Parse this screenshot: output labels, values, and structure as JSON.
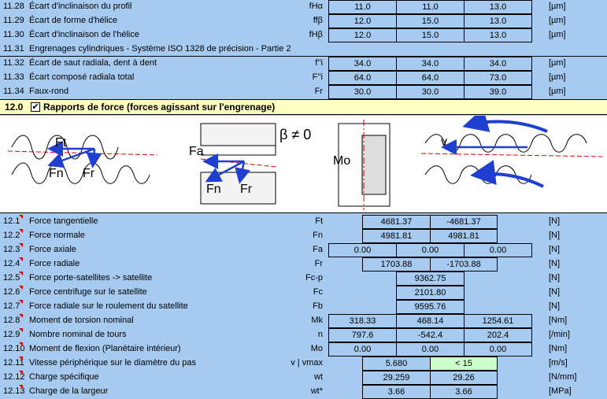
{
  "rows_top": [
    {
      "num": "11.28",
      "desc": "Écart d'inclinaison du profil",
      "sym": "fHα",
      "v1": "11.0",
      "v2": "11.0",
      "v3": "13.0",
      "unit": "[µm]"
    },
    {
      "num": "11.29",
      "desc": "Écart de forme d'hélice",
      "sym": "ffβ",
      "v1": "12.0",
      "v2": "15.0",
      "v3": "13.0",
      "unit": "[µm]"
    },
    {
      "num": "11.30",
      "desc": "Écart d'inclinaison de l'hélice",
      "sym": "fHβ",
      "v1": "12.0",
      "v2": "15.0",
      "v3": "13.0",
      "unit": "[µm]"
    },
    {
      "num": "11.31",
      "desc": "Engrenages cylindriques - Système ISO 1328 de précision - Partie 2"
    },
    {
      "num": "11.32",
      "desc": "Écart de saut radiala, dent à dent",
      "sym": "f''i",
      "v1": "34.0",
      "v2": "34.0",
      "v3": "34.0",
      "unit": "[µm]"
    },
    {
      "num": "11.33",
      "desc": "Écart composé radiala total",
      "sym": "F''i",
      "v1": "64.0",
      "v2": "64.0",
      "v3": "73.0",
      "unit": "[µm]"
    },
    {
      "num": "11.34",
      "desc": "Faux-rond",
      "sym": "Fr",
      "v1": "30.0",
      "v2": "30.0",
      "v3": "39.0",
      "unit": "[µm]"
    }
  ],
  "section": {
    "num": "12.0",
    "checkbox": "✔",
    "title": "Rapports de force (forces agissant sur l'engrenage)"
  },
  "illustration": {
    "labels": {
      "ft": "Ft",
      "fn_left": "Fn",
      "fr_left": "Fr",
      "fa": "Fa",
      "fn_mid": "Fn",
      "fr_mid": "Fr",
      "beta": "β ≠ 0",
      "mo": "Mo",
      "v": "v"
    }
  },
  "rows": [
    {
      "num": "12.1",
      "desc": "Force tangentielle",
      "sym": "Ft",
      "a": "4681.37",
      "b": "-4681.37",
      "unit": "[N]",
      "layout": "ab"
    },
    {
      "num": "12.2",
      "desc": "Force normale",
      "sym": "Fn",
      "a": "4981.81",
      "b": "4981.81",
      "unit": "[N]",
      "layout": "ab"
    },
    {
      "num": "12.3",
      "desc": "Force axiale",
      "sym": "Fa",
      "v1": "0.00",
      "v2": "0.00",
      "v3": "0.00",
      "unit": "[N]",
      "layout": "three"
    },
    {
      "num": "12.4",
      "desc": "Force radiale",
      "sym": "Fr",
      "a": "1703.88",
      "b": "-1703.88",
      "unit": "[N]",
      "layout": "ab"
    },
    {
      "num": "12.5",
      "desc": "Force porte-satellites -> satellite",
      "sym": "Fc-p",
      "m": "9362.75",
      "unit": "[N]",
      "layout": "mid"
    },
    {
      "num": "12.6",
      "desc": "Force centrifuge sur le satellite",
      "sym": "Fc",
      "m": "2101.80",
      "unit": "[N]",
      "layout": "mid"
    },
    {
      "num": "12.7",
      "desc": "Force radiale sur le roulement du satellite",
      "sym": "Fb",
      "m": "9595.76",
      "unit": "[N]",
      "layout": "mid"
    },
    {
      "num": "12.8",
      "desc": "Moment de torsion nominal",
      "sym": "Mk",
      "v1": "318.33",
      "v2": "468.14",
      "v3": "1254.61",
      "unit": "[Nm]",
      "layout": "three"
    },
    {
      "num": "12.9",
      "desc": "Nombre nominal de tours",
      "sym": "n",
      "v1": "797.6",
      "v2": "-542.4",
      "v3": "202.4",
      "unit": "[/min]",
      "layout": "three"
    },
    {
      "num": "12.10",
      "desc": "Moment de flexion (Planétaire intérieur)",
      "sym": "Mo",
      "v1": "0.00",
      "v2": "0.00",
      "v3": "0.00",
      "unit": "[Nm]",
      "layout": "three"
    },
    {
      "num": "12.11",
      "desc": "Vitesse périphérique sur le diamètre du pas",
      "sym": "v | vmax",
      "a": "5.680",
      "b": "< 15",
      "unit": "[m/s]",
      "layout": "ab",
      "b_green": true
    },
    {
      "num": "12.12",
      "desc": "Charge spécifique",
      "sym": "wt",
      "a": "29.259",
      "b": "29.26",
      "unit": "[N/mm]",
      "layout": "ab"
    },
    {
      "num": "12.13",
      "desc": "Charge de la largeur",
      "sym": "wt*",
      "a": "3.66",
      "b": "3.66",
      "unit": "[MPa]",
      "layout": "ab"
    }
  ],
  "colors": {
    "bg": "#a6caf0",
    "header": "#ffffc0",
    "ok": "#ccffcc",
    "marker": "#e00000",
    "arrow": "#1f3fd0"
  }
}
